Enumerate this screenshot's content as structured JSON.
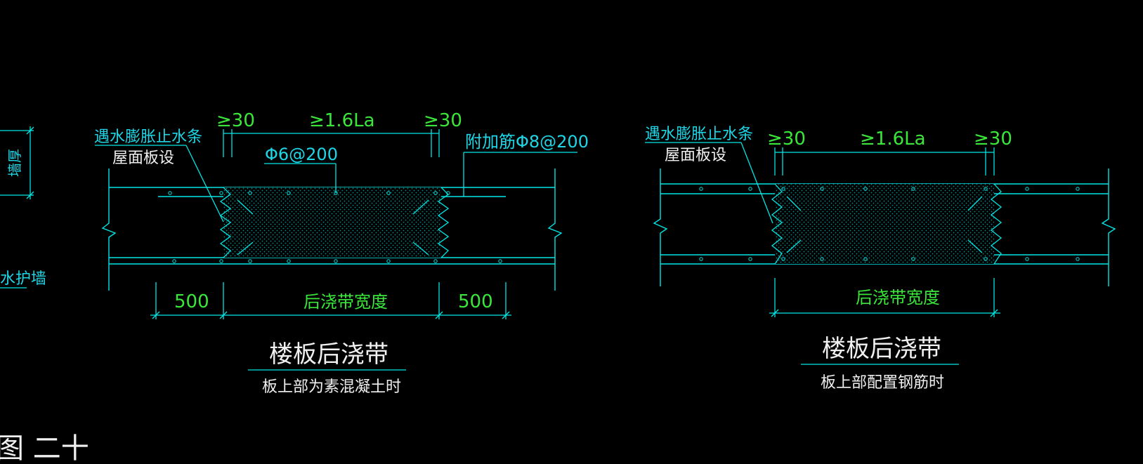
{
  "colors": {
    "background": "#000000",
    "line": "#00e5e5",
    "text_cyan": "#1ed6e6",
    "text_green": "#39e639",
    "text_white": "#f0f0f0",
    "hatch": "#0b8c8c"
  },
  "left_edge": {
    "wall_label": "墙厚",
    "guard_wall_label": "水护墙",
    "figure_label": "图 二十"
  },
  "detail_left": {
    "waterstop_line1": "遇水膨胀止水条",
    "waterstop_line2": "屋面板设",
    "dim_left": "≥30",
    "dim_mid": "≥1.6La",
    "dim_right": "≥30",
    "rebar_label": "Φ6@200",
    "extra_rebar_label": "附加筋Φ8@200",
    "dim_bottom_left": "500",
    "dim_bottom_mid": "后浇带宽度",
    "dim_bottom_right": "500",
    "title": "楼板后浇带",
    "subtitle": "板上部为素混凝土时"
  },
  "detail_right": {
    "waterstop_line1": "遇水膨胀止水条",
    "waterstop_line2": "屋面板设",
    "dim_left": "≥30",
    "dim_mid": "≥1.6La",
    "dim_right": "≥30",
    "dim_bottom_mid": "后浇带宽度",
    "title": "楼板后浇带",
    "subtitle": "板上部配置钢筋时"
  }
}
